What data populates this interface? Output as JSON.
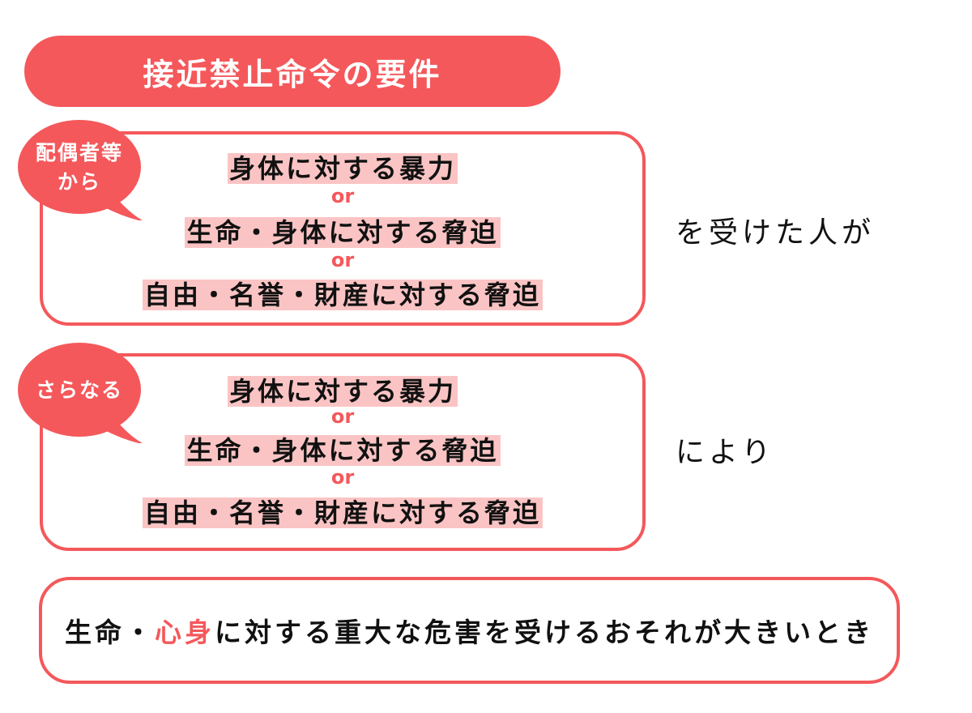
{
  "title": "接近禁止命令の要件",
  "colors": {
    "accent": "#f4585b",
    "highlight": "#fbc4c4",
    "text": "#111111"
  },
  "block1": {
    "bubble_line1": "配偶者等",
    "bubble_line2": "から",
    "item1": "身体に対する暴力",
    "or1": "or",
    "item2": "生命・身体に対する脅迫",
    "or2": "or",
    "item3": "自由・名誉・財産に対する脅迫",
    "side": "を受けた人が"
  },
  "block2": {
    "bubble_line1": "さらなる",
    "item1": "身体に対する暴力",
    "or1": "or",
    "item2": "生命・身体に対する脅迫",
    "or2": "or",
    "item3": "自由・名誉・財産に対する脅迫",
    "side": "により"
  },
  "conclusion": {
    "part1": "生命・",
    "accent": "心身",
    "part2": "に対する重大な危害を受けるおそれが大きいとき"
  }
}
